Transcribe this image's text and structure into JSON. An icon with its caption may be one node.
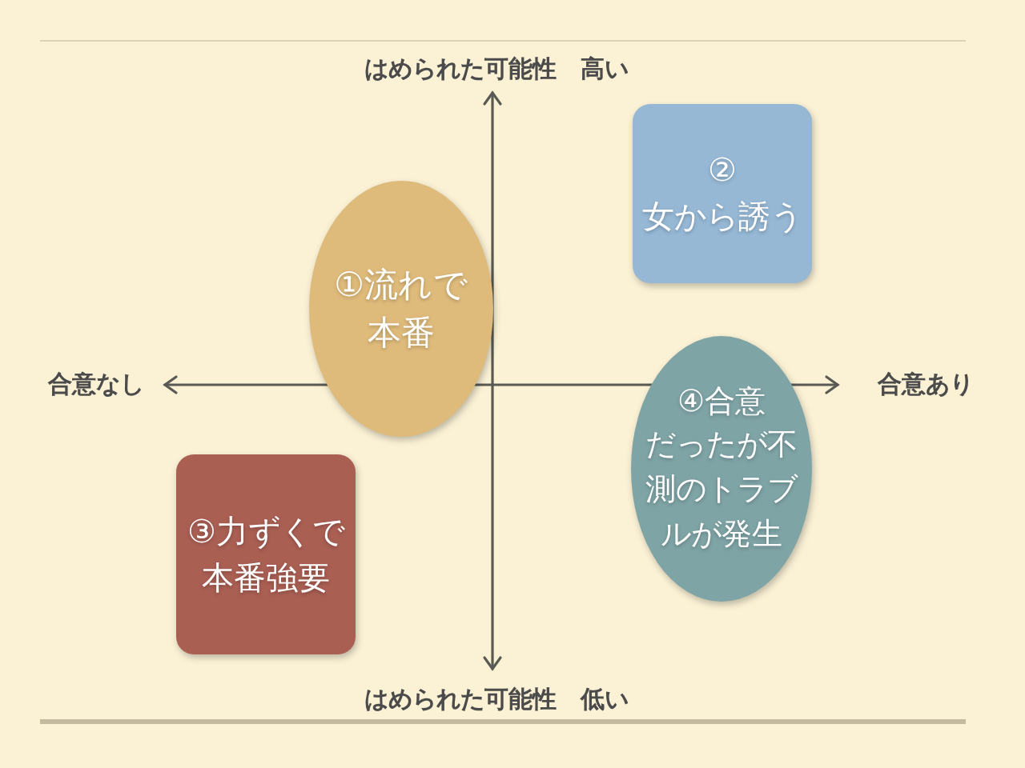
{
  "diagram": {
    "nodes": [
      {
        "text": [
          "①流れで本番"
        ]
      },
      {
        "text": [
          "②",
          "女から誘う"
        ]
      },
      {
        "text": [
          "③力ずくで本番強要"
        ]
      },
      {
        "text": [
          "④合意だったが不測のトラブルが発生"
        ]
      }
    ],
    "labels": [
      "はめられた可能性　高い",
      "合意なし",
      "合意あり",
      "はめられた可能性　低い"
    ]
  }
}
